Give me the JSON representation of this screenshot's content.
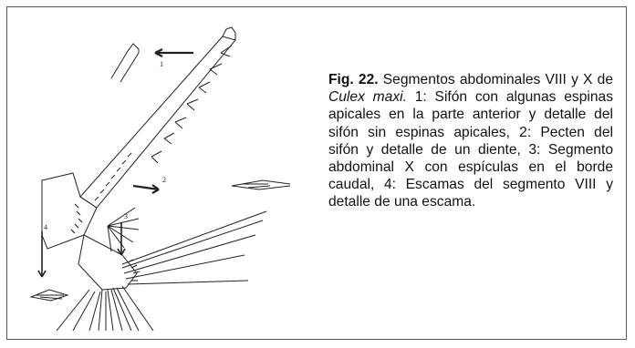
{
  "caption": {
    "label": "Fig. 22.",
    "text_before": " Segmentos abdominales VIII y X de ",
    "species": "Culex maxi.",
    "text_after": " 1: Sifón con algunas espinas apicales en la parte anterior y detalle del sifón sin espinas apicales, 2: Pecten del sifón y detalle de un diente, 3: Segmento abdominal X con espículas en el borde caudal, 4: Escamas del segmento VIII y detalle de una escama."
  },
  "figure": {
    "labels": [
      "1",
      "2",
      "3",
      "4"
    ]
  }
}
